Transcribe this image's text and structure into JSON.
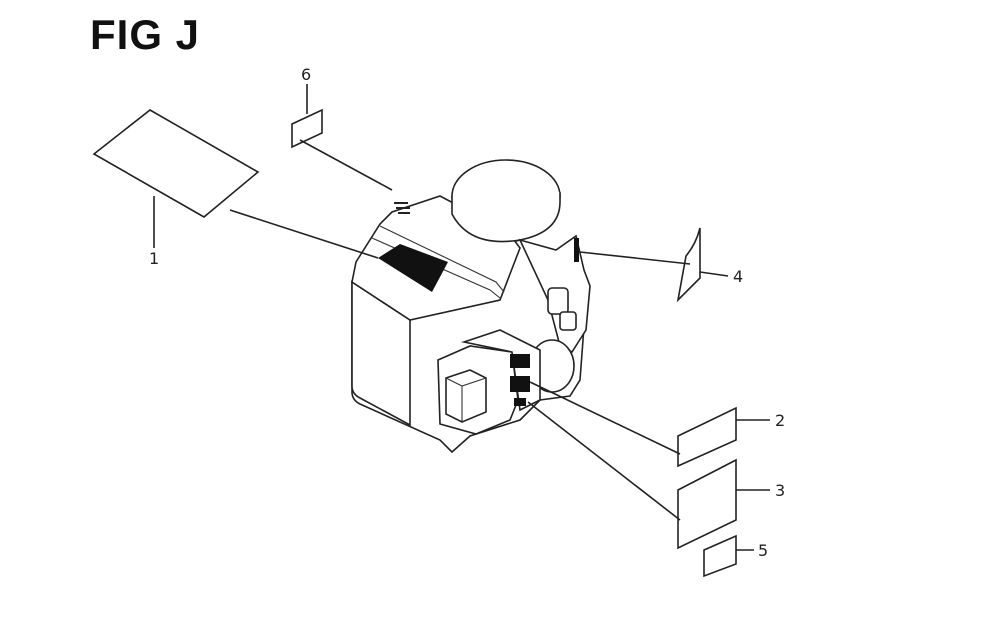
{
  "figure": {
    "title": "FIG J"
  },
  "callouts": [
    {
      "id": "1",
      "label": "1"
    },
    {
      "id": "2",
      "label": "2"
    },
    {
      "id": "3",
      "label": "3"
    },
    {
      "id": "4",
      "label": "4"
    },
    {
      "id": "5",
      "label": "5"
    },
    {
      "id": "6",
      "label": "6"
    }
  ],
  "colors": {
    "line": "#222222",
    "background": "#ffffff",
    "decal_fill": "#111111"
  }
}
